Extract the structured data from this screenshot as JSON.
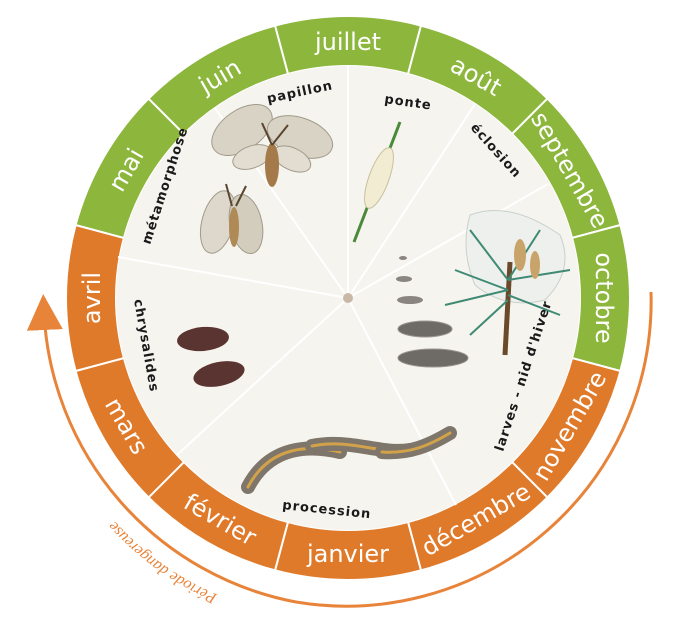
{
  "months": [
    {
      "label": "juillet",
      "season": "green"
    },
    {
      "label": "août",
      "season": "green"
    },
    {
      "label": "septembre",
      "season": "green"
    },
    {
      "label": "octobre",
      "season": "green"
    },
    {
      "label": "novembre",
      "season": "orange"
    },
    {
      "label": "décembre",
      "season": "orange"
    },
    {
      "label": "janvier",
      "season": "orange"
    },
    {
      "label": "février",
      "season": "orange"
    },
    {
      "label": "mars",
      "season": "orange"
    },
    {
      "label": "avril",
      "season": "orange"
    },
    {
      "label": "mai",
      "season": "green"
    },
    {
      "label": "juin",
      "season": "green"
    }
  ],
  "stages": {
    "papillon": "papillon",
    "ponte": "ponte",
    "eclosion": "éclosion",
    "larves": "larves - nid d'hiver",
    "procession": "procession",
    "chrysalides": "chrysalides",
    "metamorphose": "métamorphose"
  },
  "danger_label": "Période dangereuse",
  "colors": {
    "green": "#8cb63c",
    "orange": "#e07a2b",
    "inner": "#f6f4ef",
    "divider": "#ffffff",
    "arrow": "#e8843a"
  },
  "icons": [
    "moth-icon",
    "egg-cluster-icon",
    "winter-nest-icon",
    "caterpillar-icon",
    "chrysalis-icon"
  ]
}
